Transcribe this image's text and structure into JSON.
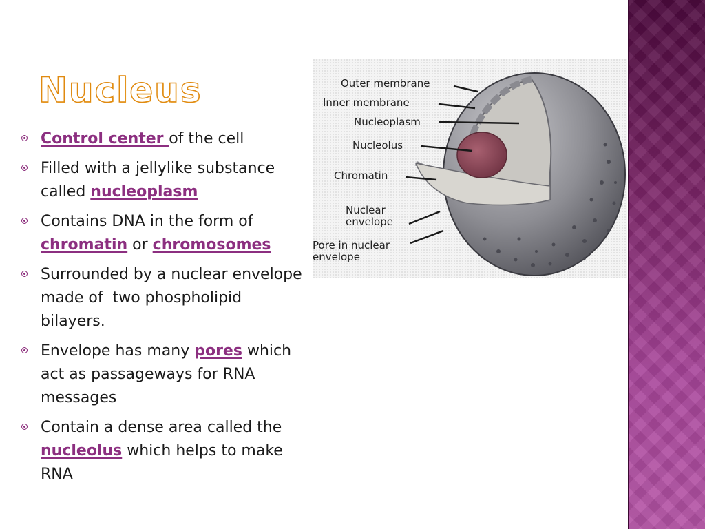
{
  "slide": {
    "title": "Nucleus",
    "bullets": [
      {
        "parts": [
          {
            "text": "Control center ",
            "keyword": true
          },
          {
            "text": "of the cell",
            "keyword": false
          }
        ]
      },
      {
        "parts": [
          {
            "text": "Filled with a jellylike substance called ",
            "keyword": false
          },
          {
            "text": "nucleoplasm",
            "keyword": true
          }
        ]
      },
      {
        "parts": [
          {
            "text": "Contains DNA in the form of ",
            "keyword": false
          },
          {
            "text": "chromatin",
            "keyword": true
          },
          {
            "text": " or ",
            "keyword": false
          },
          {
            "text": "chromosomes",
            "keyword": true
          }
        ]
      },
      {
        "parts": [
          {
            "text": "Surrounded by a nuclear envelope made of  two phospholipid bilayers.",
            "keyword": false
          }
        ]
      },
      {
        "parts": [
          {
            "text": "Envelope has many ",
            "keyword": false
          },
          {
            "text": "pores",
            "keyword": true
          },
          {
            "text": " which act as passageways for RNA messages",
            "keyword": false
          }
        ]
      },
      {
        "parts": [
          {
            "text": "Contain a dense area called the ",
            "keyword": false
          },
          {
            "text": "nucleolus",
            "keyword": true
          },
          {
            "text": " which helps to make RNA",
            "keyword": false
          }
        ]
      }
    ]
  },
  "diagram": {
    "labels": {
      "outer_membrane": "Outer membrane",
      "inner_membrane": "Inner membrane",
      "nucleoplasm": "Nucleoplasm",
      "nucleolus": "Nucleolus",
      "chromatin": "Chromatin",
      "nuclear_envelope_1": "Nuclear",
      "nuclear_envelope_2": "envelope",
      "pore_1": "Pore in nuclear",
      "pore_2": "envelope"
    }
  },
  "colors": {
    "title_outline": "#e08a10",
    "keyword": "#8c2f80",
    "side_band": "#7a2466",
    "nucleolus": "#8e4a5a"
  }
}
